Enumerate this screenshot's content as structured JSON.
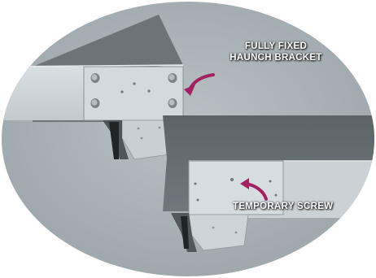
{
  "labels": {
    "fully_fixed_line1": "FULLY FIXED",
    "fully_fixed_line2": "HAUNCH BRACKET",
    "temporary_screw": "TEMPORARY SCREW"
  },
  "colors": {
    "arrow": "#a3215e",
    "wall": "#a9b2b6",
    "beam": "#c7cfd3",
    "bracket": "#d6dde0",
    "shadow": "#5a6266",
    "background": "#ffffff"
  },
  "icons": {
    "arrows": "curved-arrow-icon"
  }
}
